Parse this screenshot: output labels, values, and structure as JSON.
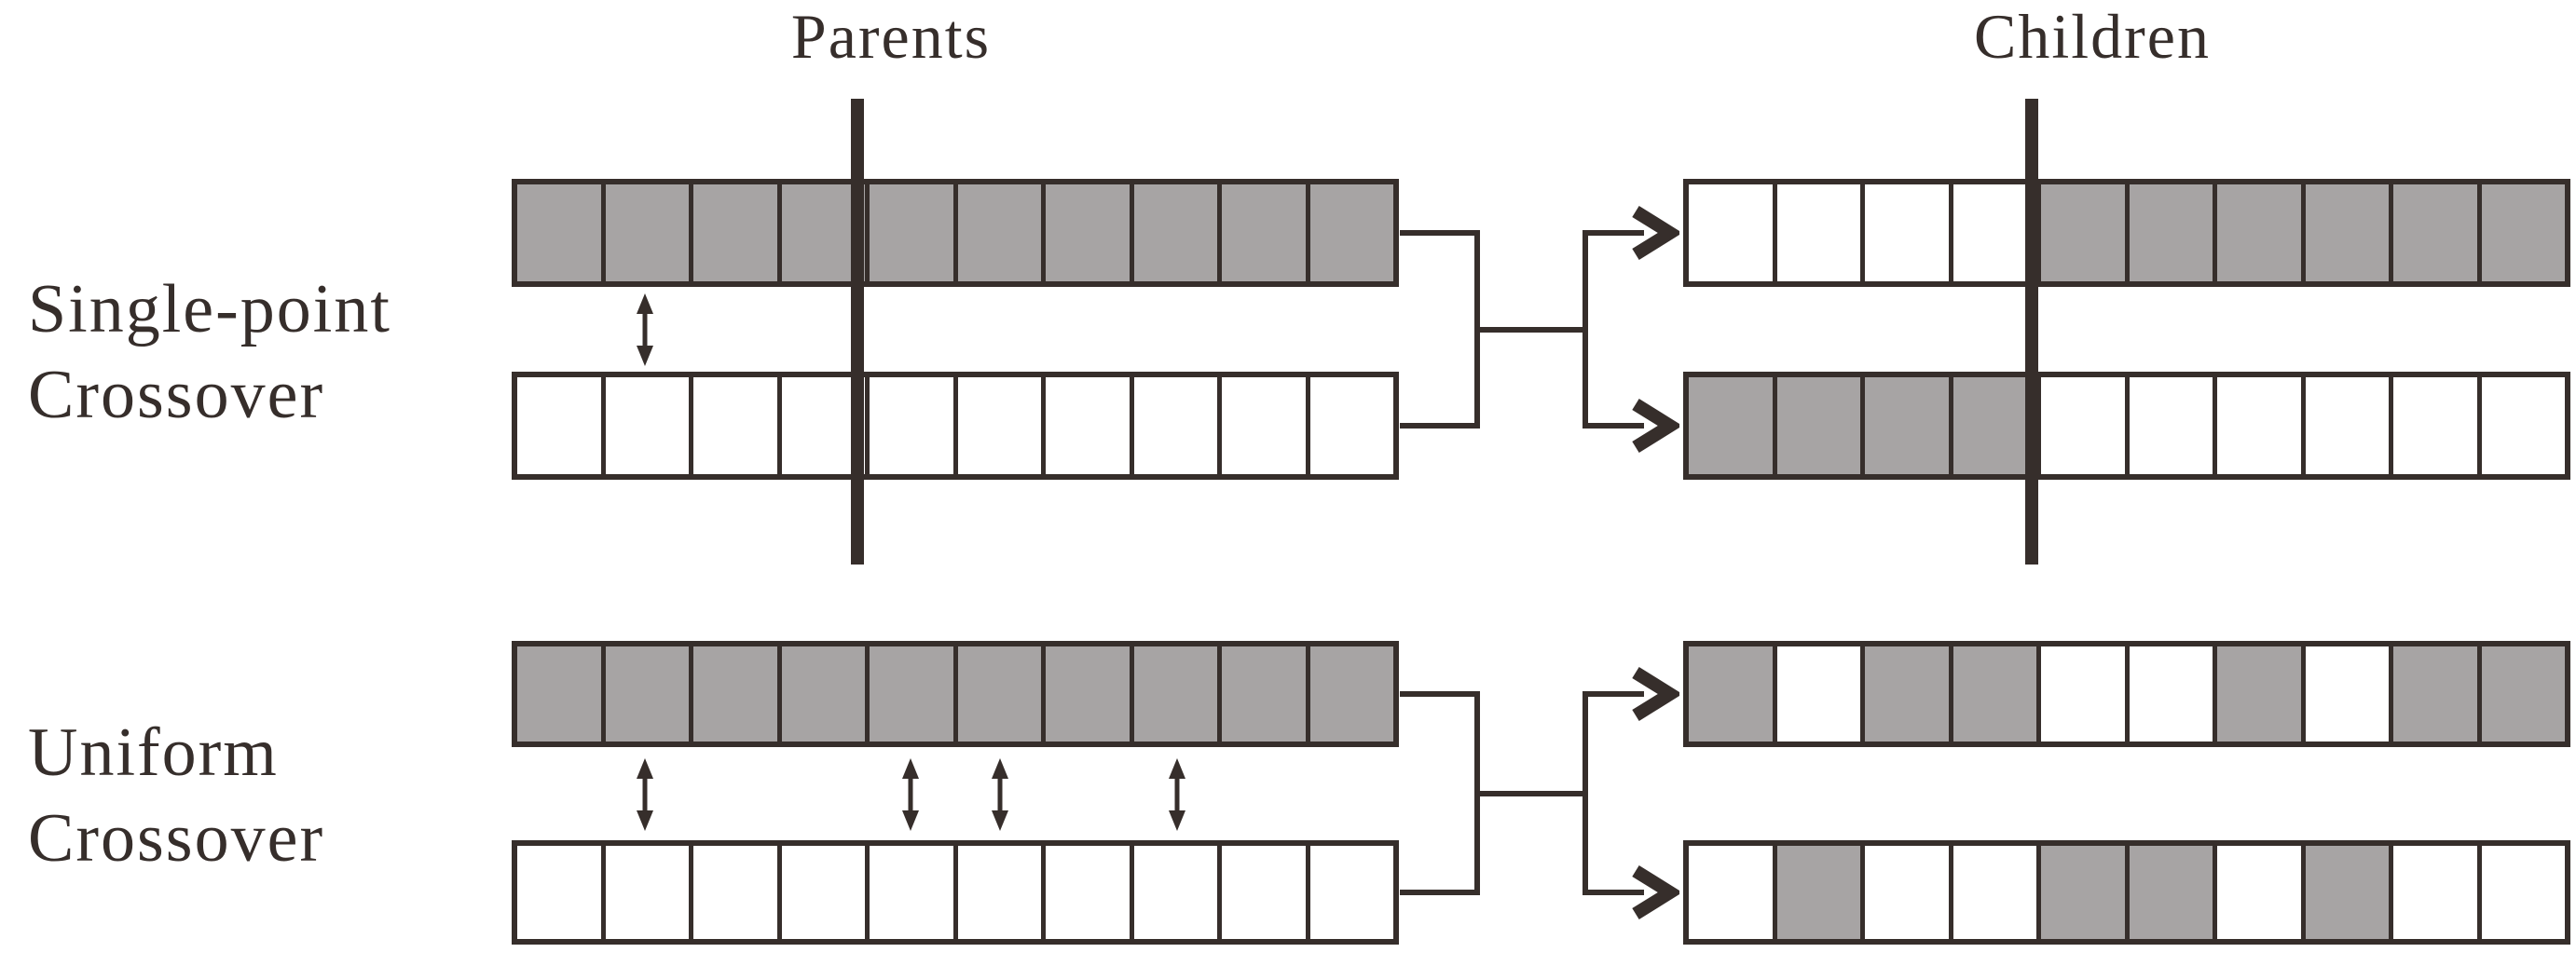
{
  "headings": {
    "parents": "Parents",
    "children": "Children"
  },
  "colors": {
    "ink": "#362e2b",
    "gene_a_fill": "#a7a4a4",
    "gene_b_fill": "#ffffff",
    "background": "#ffffff"
  },
  "legend": {
    "1": "gray gene (from gray parent)",
    "0": "white gene (from white parent)"
  },
  "sections": [
    {
      "name": "Single-point Crossover",
      "label_lines": [
        "Single-point",
        "Crossover"
      ],
      "num_cells": 10,
      "crossover_point_after_cell": 4,
      "swap_cells": [
        2
      ],
      "parents": [
        {
          "cells": [
            1,
            1,
            1,
            1,
            1,
            1,
            1,
            1,
            1,
            1
          ]
        },
        {
          "cells": [
            0,
            0,
            0,
            0,
            0,
            0,
            0,
            0,
            0,
            0
          ]
        }
      ],
      "children": [
        {
          "cells": [
            0,
            0,
            0,
            0,
            1,
            1,
            1,
            1,
            1,
            1
          ]
        },
        {
          "cells": [
            1,
            1,
            1,
            1,
            0,
            0,
            0,
            0,
            0,
            0
          ]
        }
      ]
    },
    {
      "name": "Uniform Crossover",
      "label_lines": [
        "Uniform",
        "Crossover"
      ],
      "num_cells": 10,
      "crossover_point_after_cell": null,
      "swap_cells": [
        2,
        5,
        6,
        8
      ],
      "parents": [
        {
          "cells": [
            1,
            1,
            1,
            1,
            1,
            1,
            1,
            1,
            1,
            1
          ]
        },
        {
          "cells": [
            0,
            0,
            0,
            0,
            0,
            0,
            0,
            0,
            0,
            0
          ]
        }
      ],
      "children": [
        {
          "cells": [
            1,
            0,
            1,
            1,
            0,
            0,
            1,
            0,
            1,
            1
          ]
        },
        {
          "cells": [
            0,
            1,
            0,
            0,
            1,
            1,
            0,
            1,
            0,
            0
          ]
        }
      ]
    }
  ]
}
